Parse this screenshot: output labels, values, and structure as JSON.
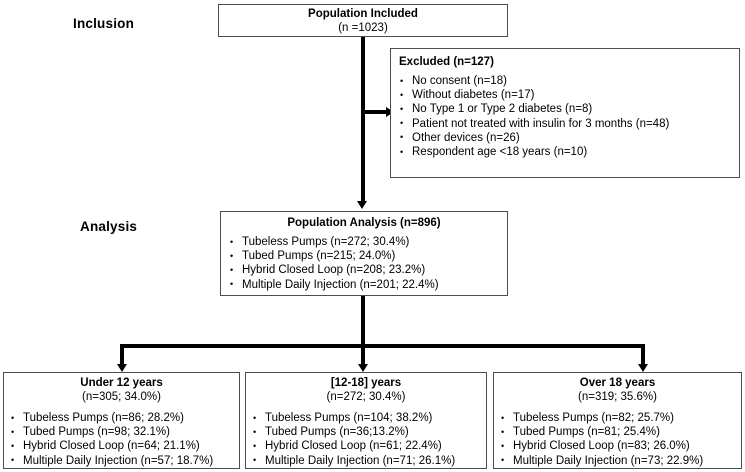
{
  "stages": {
    "inclusion_label": "Inclusion",
    "analysis_label": "Analysis"
  },
  "population_included": {
    "title": "Population Included",
    "count": "(n =1023)"
  },
  "excluded": {
    "title": "Excluded (n=127)",
    "items": [
      "No consent (n=18)",
      "Without diabetes (n=17)",
      "No Type 1 or Type 2 diabetes (n=8)",
      "Patient not treated with insulin for 3 months (n=48)",
      "Other devices (n=26)",
      "Respondent age <18 years (n=10)"
    ]
  },
  "population_analysis": {
    "title": "Population Analysis (n=896)",
    "items": [
      "Tubeless Pumps (n=272; 30.4%)",
      "Tubed Pumps (n=215; 24.0%)",
      "Hybrid Closed Loop (n=208; 23.2%)",
      "Multiple Daily Injection (n=201; 22.4%)"
    ]
  },
  "groups": [
    {
      "title": "Under 12 years",
      "count": "(n=305; 34.0%)",
      "items": [
        "Tubeless Pumps (n=86; 28.2%)",
        "Tubed Pumps (n=98; 32.1%)",
        "Hybrid Closed Loop (n=64; 21.1%)",
        "Multiple Daily Injection (n=57; 18.7%)"
      ]
    },
    {
      "title": "[12-18] years",
      "count": "(n=272; 30.4%)",
      "items": [
        "Tubeless Pumps (n=104; 38.2%)",
        "Tubed Pumps (n=36;13.2%)",
        "Hybrid Closed Loop (n=61; 22.4%)",
        "Multiple Daily Injection (n=71; 26.1%)"
      ]
    },
    {
      "title": "Over 18 years",
      "count": "(n=319; 35.6%)",
      "items": [
        "Tubeless Pumps (n=82; 25.7%)",
        "Tubed Pumps (n=81; 25.4%)",
        "Hybrid Closed Loop (n=83; 26.0%)",
        "Multiple Daily Injection (n=73; 22.9%)"
      ]
    }
  ],
  "colors": {
    "border": "#4d4d4d",
    "connector": "#000000",
    "background": "#ffffff"
  }
}
